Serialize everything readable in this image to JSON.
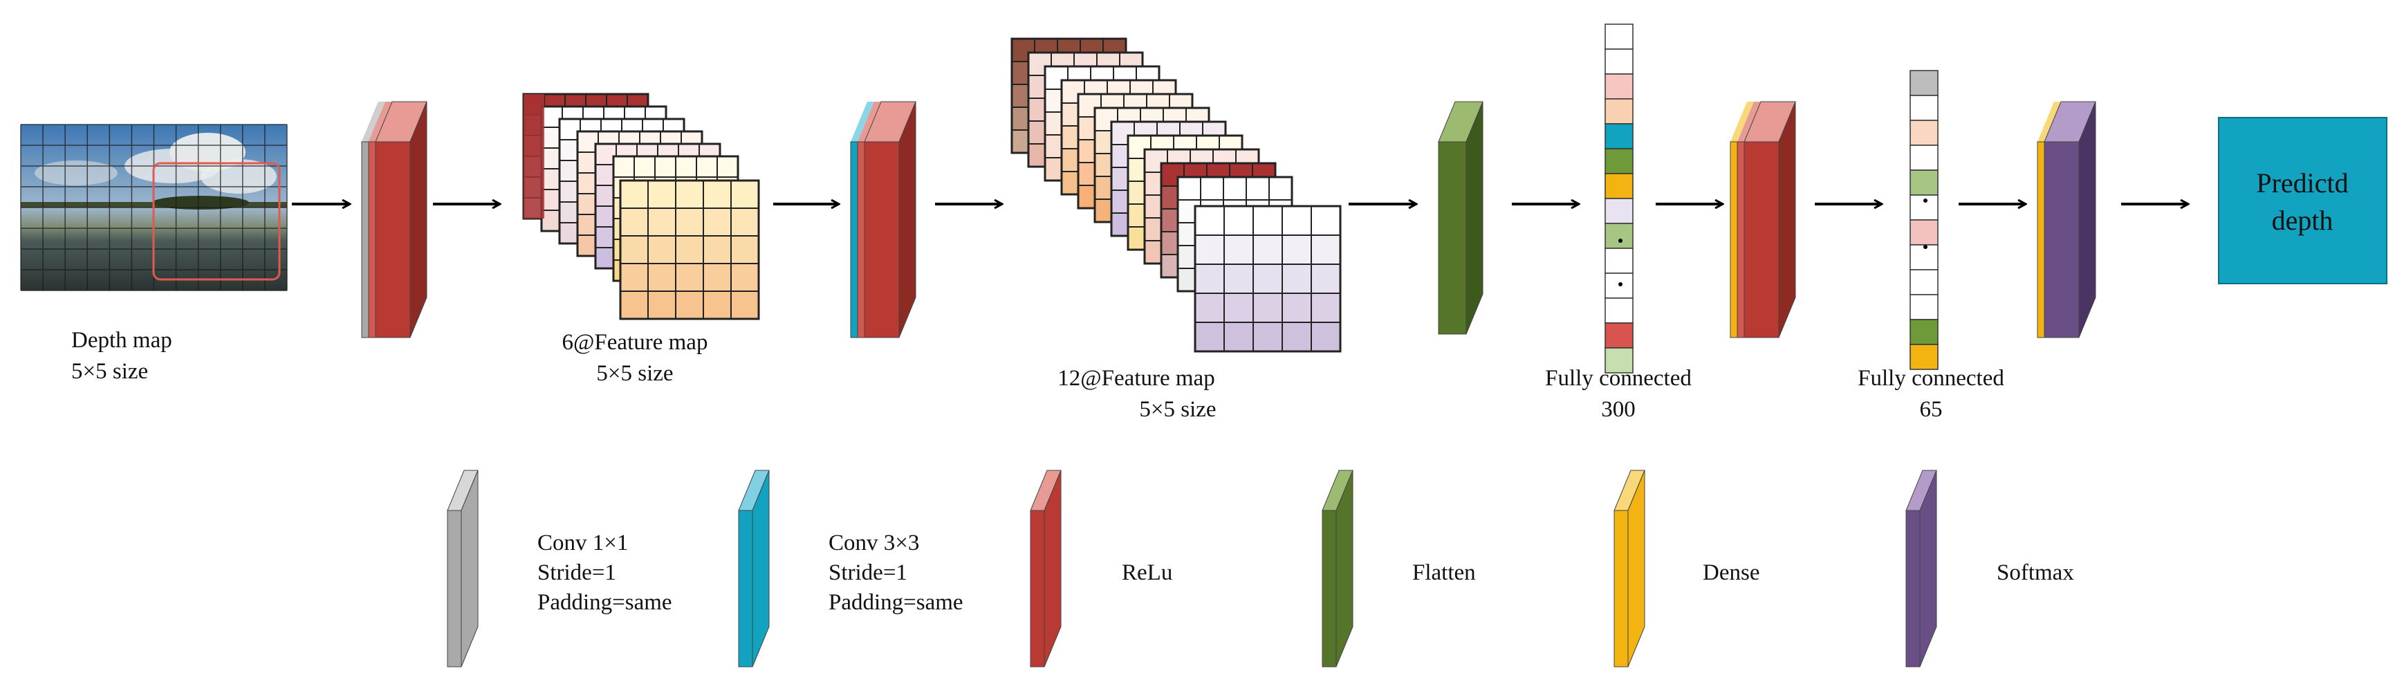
{
  "colors": {
    "conv1": "#a9a9a9",
    "conv3": "#12a3c1",
    "relu": "#b83a32",
    "flatten": "#54752a",
    "dense": "#f3b412",
    "softmax": "#6a4f86",
    "output_box": "#12a3c1"
  },
  "captions": {
    "input_title": "Depth map",
    "input_size": "5×5 size",
    "fmap6_title": "6@Feature map",
    "fmap6_size": "5×5 size",
    "fmap12_title": "12@Feature map",
    "fmap12_size": "5×5 size",
    "fc300_title": "Fully connected",
    "fc300_size": "300",
    "fc65_title": "Fully connected",
    "fc65_size": "65"
  },
  "output": {
    "line1": "Predictd",
    "line2": "depth"
  },
  "legend": [
    {
      "key": "conv1",
      "lines": [
        "Conv 1×1",
        "Stride=1",
        "Padding=same"
      ]
    },
    {
      "key": "conv3",
      "lines": [
        "Conv 3×3",
        "Stride=1",
        "Padding=same"
      ]
    },
    {
      "key": "relu",
      "lines": [
        "ReLu"
      ]
    },
    {
      "key": "flatten",
      "lines": [
        "Flatten"
      ]
    },
    {
      "key": "dense",
      "lines": [
        "Dense"
      ]
    },
    {
      "key": "softmax",
      "lines": [
        "Softmax"
      ]
    }
  ]
}
